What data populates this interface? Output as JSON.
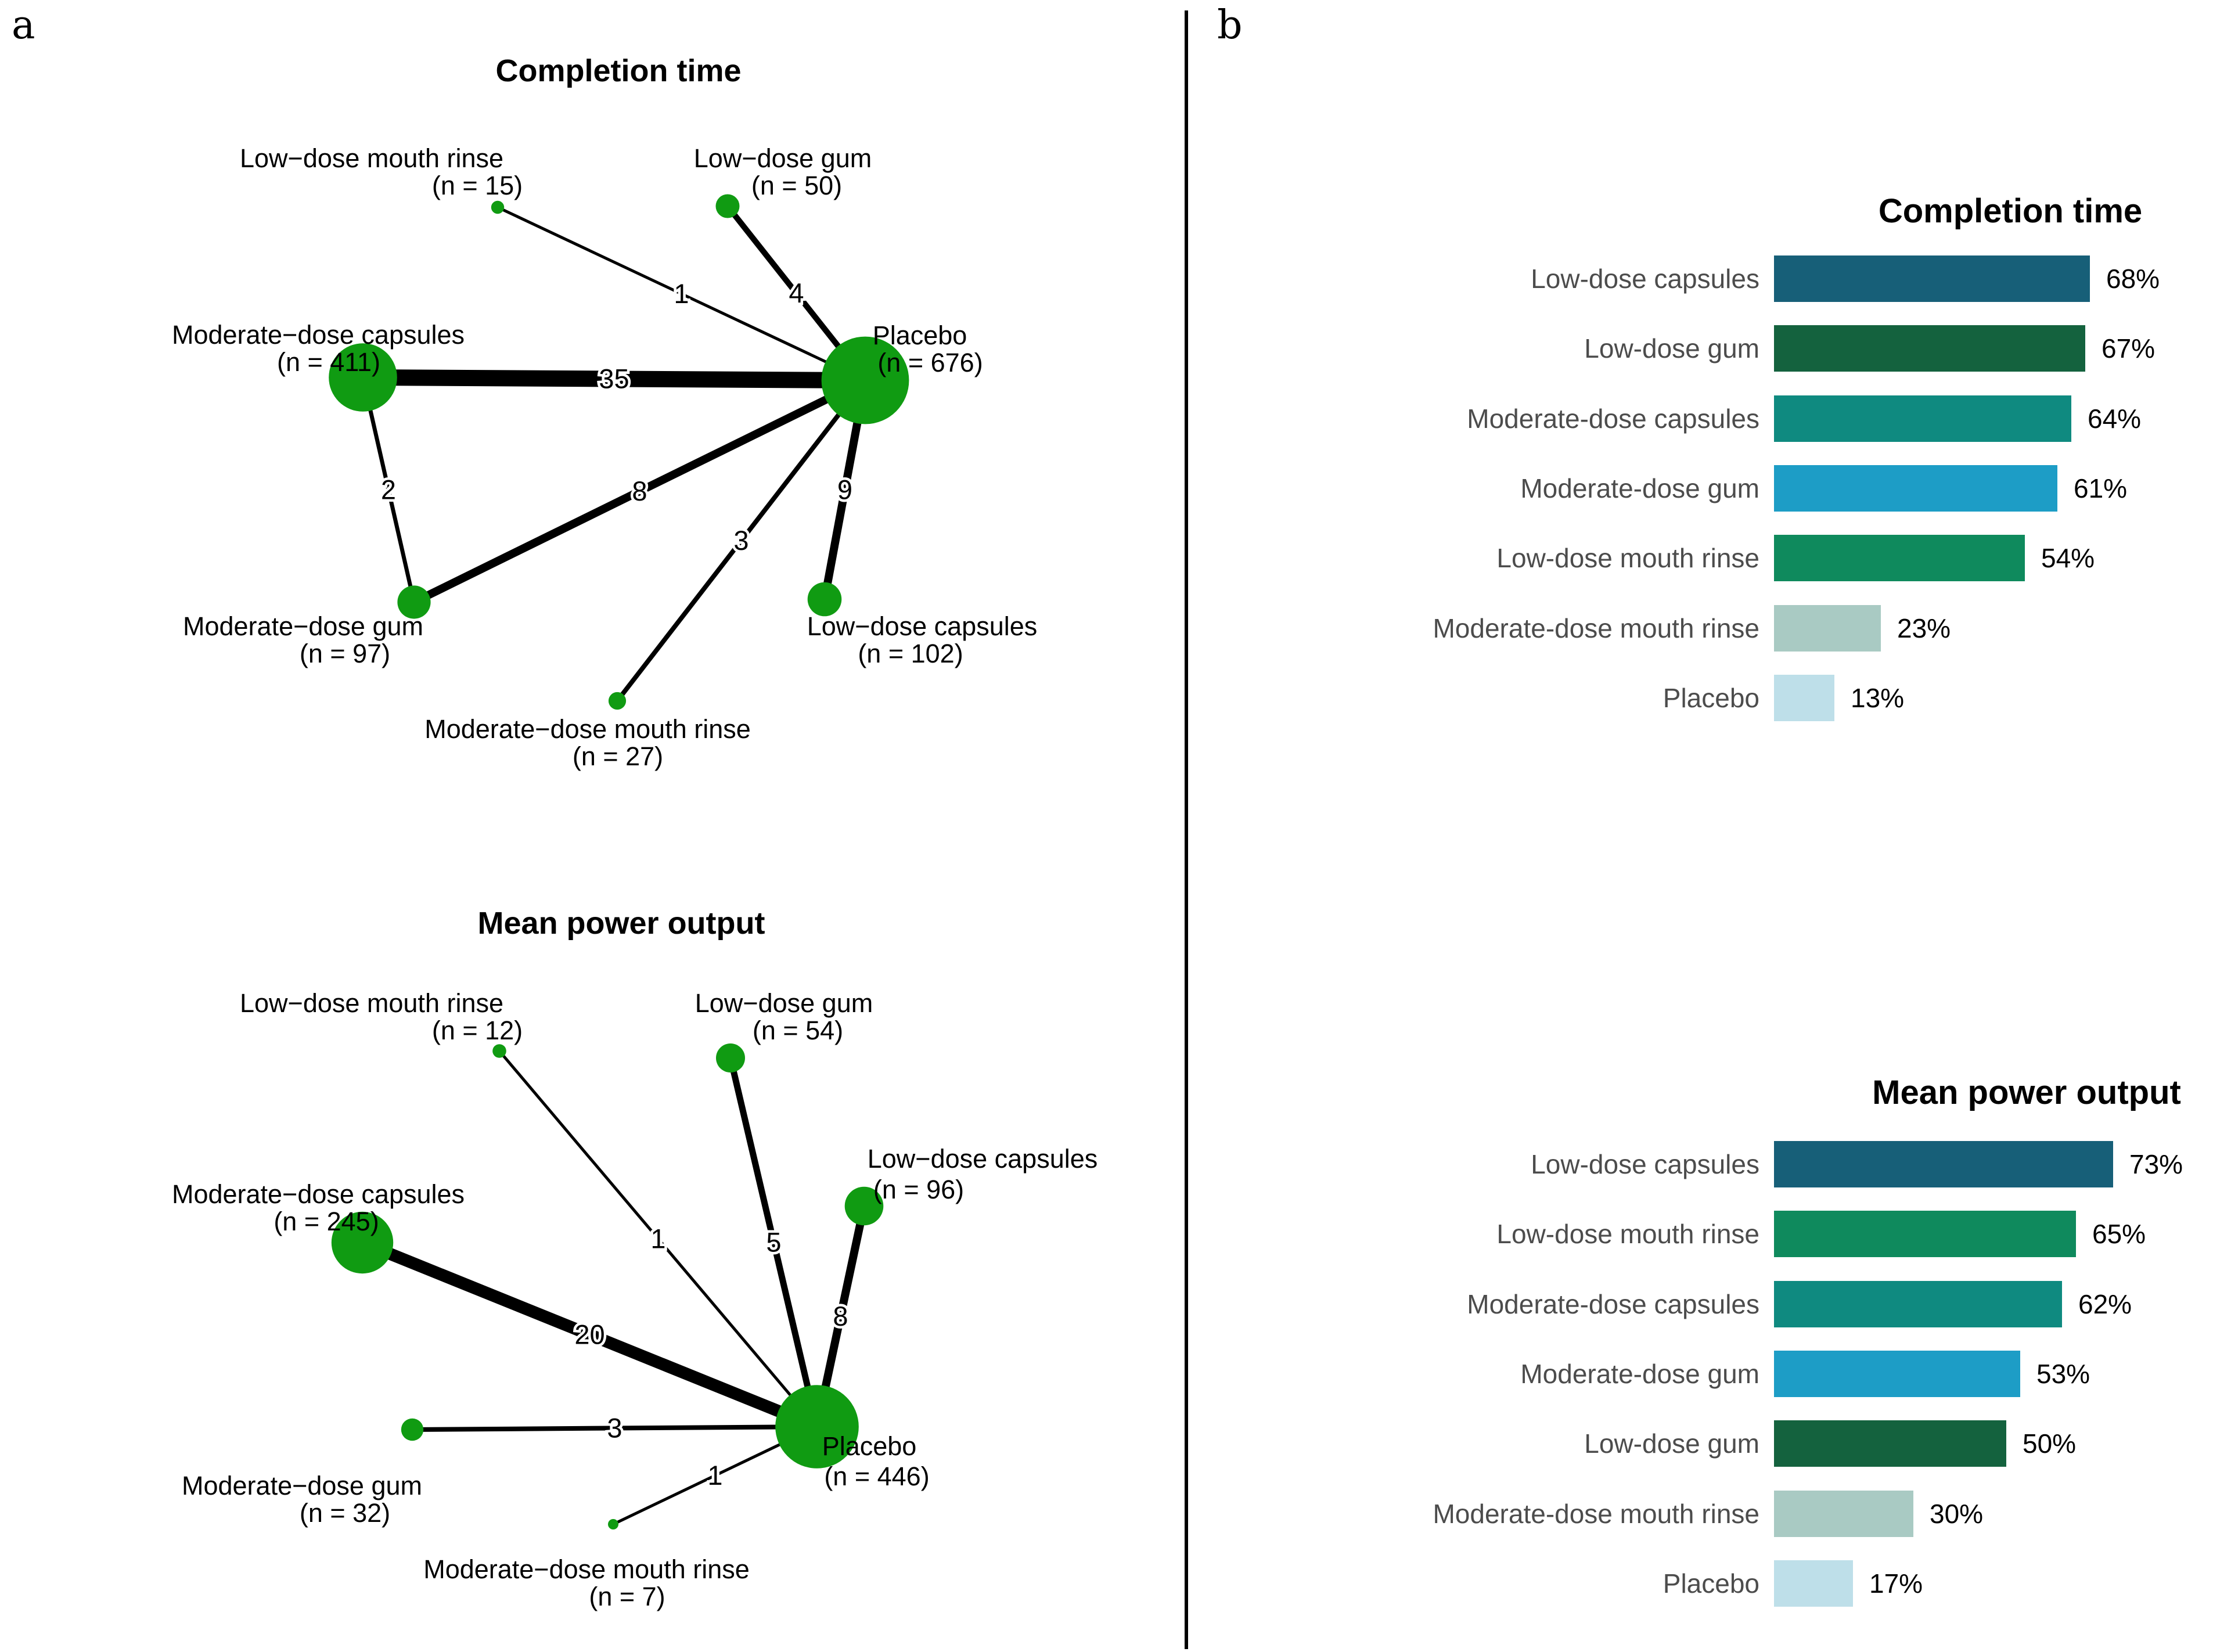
{
  "figure": {
    "panel_a": "a",
    "panel_b": "b"
  },
  "colors": {
    "node_green": "#109b12",
    "edge_black": "#000000",
    "bar_label_gray": "#4c4c4c"
  },
  "chart_data": [
    {
      "type": "network",
      "panel": "a",
      "title": "Completion time",
      "node_color": "#109b12",
      "edge_color": "#000000",
      "nodes": [
        {
          "label": "Low−dose mouth rinse",
          "n": 15,
          "n_label": "(n = 15)"
        },
        {
          "label": "Low−dose gum",
          "n": 50,
          "n_label": "(n = 50)"
        },
        {
          "label": "Moderate−dose capsules",
          "n": 411,
          "n_label": "(n = 411)"
        },
        {
          "label": "Placebo",
          "n": 676,
          "n_label": "(n = 676)"
        },
        {
          "label": "Moderate−dose gum",
          "n": 97,
          "n_label": "(n = 97)"
        },
        {
          "label": "Low−dose capsules",
          "n": 102,
          "n_label": "(n = 102)"
        },
        {
          "label": "Moderate−dose mouth rinse",
          "n": 27,
          "n_label": "(n = 27)"
        }
      ],
      "edges": [
        {
          "source": "Moderate−dose capsules",
          "target": "Placebo",
          "studies": 35
        },
        {
          "source": "Low−dose mouth rinse",
          "target": "Placebo",
          "studies": 1
        },
        {
          "source": "Low−dose gum",
          "target": "Placebo",
          "studies": 4
        },
        {
          "source": "Moderate−dose gum",
          "target": "Moderate−dose capsules",
          "studies": 2
        },
        {
          "source": "Moderate−dose gum",
          "target": "Placebo",
          "studies": 8
        },
        {
          "source": "Moderate−dose mouth rinse",
          "target": "Placebo",
          "studies": 3
        },
        {
          "source": "Low−dose capsules",
          "target": "Placebo",
          "studies": 9
        }
      ]
    },
    {
      "type": "network",
      "panel": "a",
      "title": "Mean power output",
      "node_color": "#109b12",
      "edge_color": "#000000",
      "nodes": [
        {
          "label": "Low−dose mouth rinse",
          "n": 12,
          "n_label": "(n = 12)"
        },
        {
          "label": "Low−dose gum",
          "n": 54,
          "n_label": "(n = 54)"
        },
        {
          "label": "Low−dose capsules",
          "n": 96,
          "n_label": "(n = 96)"
        },
        {
          "label": "Moderate−dose capsules",
          "n": 245,
          "n_label": "(n = 245)"
        },
        {
          "label": "Moderate−dose gum",
          "n": 32,
          "n_label": "(n = 32)"
        },
        {
          "label": "Moderate−dose mouth rinse",
          "n": 7,
          "n_label": "(n = 7)"
        },
        {
          "label": "Placebo",
          "n": 446,
          "n_label": "(n = 446)"
        }
      ],
      "edges": [
        {
          "source": "Moderate−dose capsules",
          "target": "Placebo",
          "studies": 20
        },
        {
          "source": "Low−dose mouth rinse",
          "target": "Placebo",
          "studies": 1
        },
        {
          "source": "Low−dose gum",
          "target": "Placebo",
          "studies": 5
        },
        {
          "source": "Low−dose capsules",
          "target": "Placebo",
          "studies": 8
        },
        {
          "source": "Moderate−dose gum",
          "target": "Placebo",
          "studies": 3
        },
        {
          "source": "Moderate−dose mouth rinse",
          "target": "Placebo",
          "studies": 1
        }
      ]
    },
    {
      "type": "bar",
      "panel": "b",
      "title": "Completion time",
      "orientation": "horizontal",
      "unit": "%",
      "xlim": [
        0,
        100
      ],
      "categories": [
        "Low-dose capsules",
        "Low-dose gum",
        "Moderate-dose capsules",
        "Moderate-dose gum",
        "Low-dose mouth rinse",
        "Moderate-dose mouth rinse",
        "Placebo"
      ],
      "values": [
        68,
        67,
        64,
        61,
        54,
        23,
        13
      ],
      "value_labels": [
        "68%",
        "67%",
        "64%",
        "61%",
        "54%",
        "23%",
        "13%"
      ],
      "bar_colors": [
        "#175f78",
        "#14623e",
        "#0f8a80",
        "#1d9dc6",
        "#0f8a5d",
        "#a9cac3",
        "#bedfe9"
      ]
    },
    {
      "type": "bar",
      "panel": "b",
      "title": "Mean power output",
      "orientation": "horizontal",
      "unit": "%",
      "xlim": [
        0,
        100
      ],
      "categories": [
        "Low-dose capsules",
        "Low-dose mouth rinse",
        "Moderate-dose capsules",
        "Moderate-dose gum",
        "Low-dose gum",
        "Moderate-dose mouth rinse",
        "Placebo"
      ],
      "values": [
        73,
        65,
        62,
        53,
        50,
        30,
        17
      ],
      "value_labels": [
        "73%",
        "65%",
        "62%",
        "53%",
        "50%",
        "30%",
        "17%"
      ],
      "bar_colors": [
        "#175f78",
        "#0f8a5d",
        "#0f8a80",
        "#1d9dc6",
        "#14623e",
        "#a9cac3",
        "#bedfe9"
      ]
    }
  ]
}
